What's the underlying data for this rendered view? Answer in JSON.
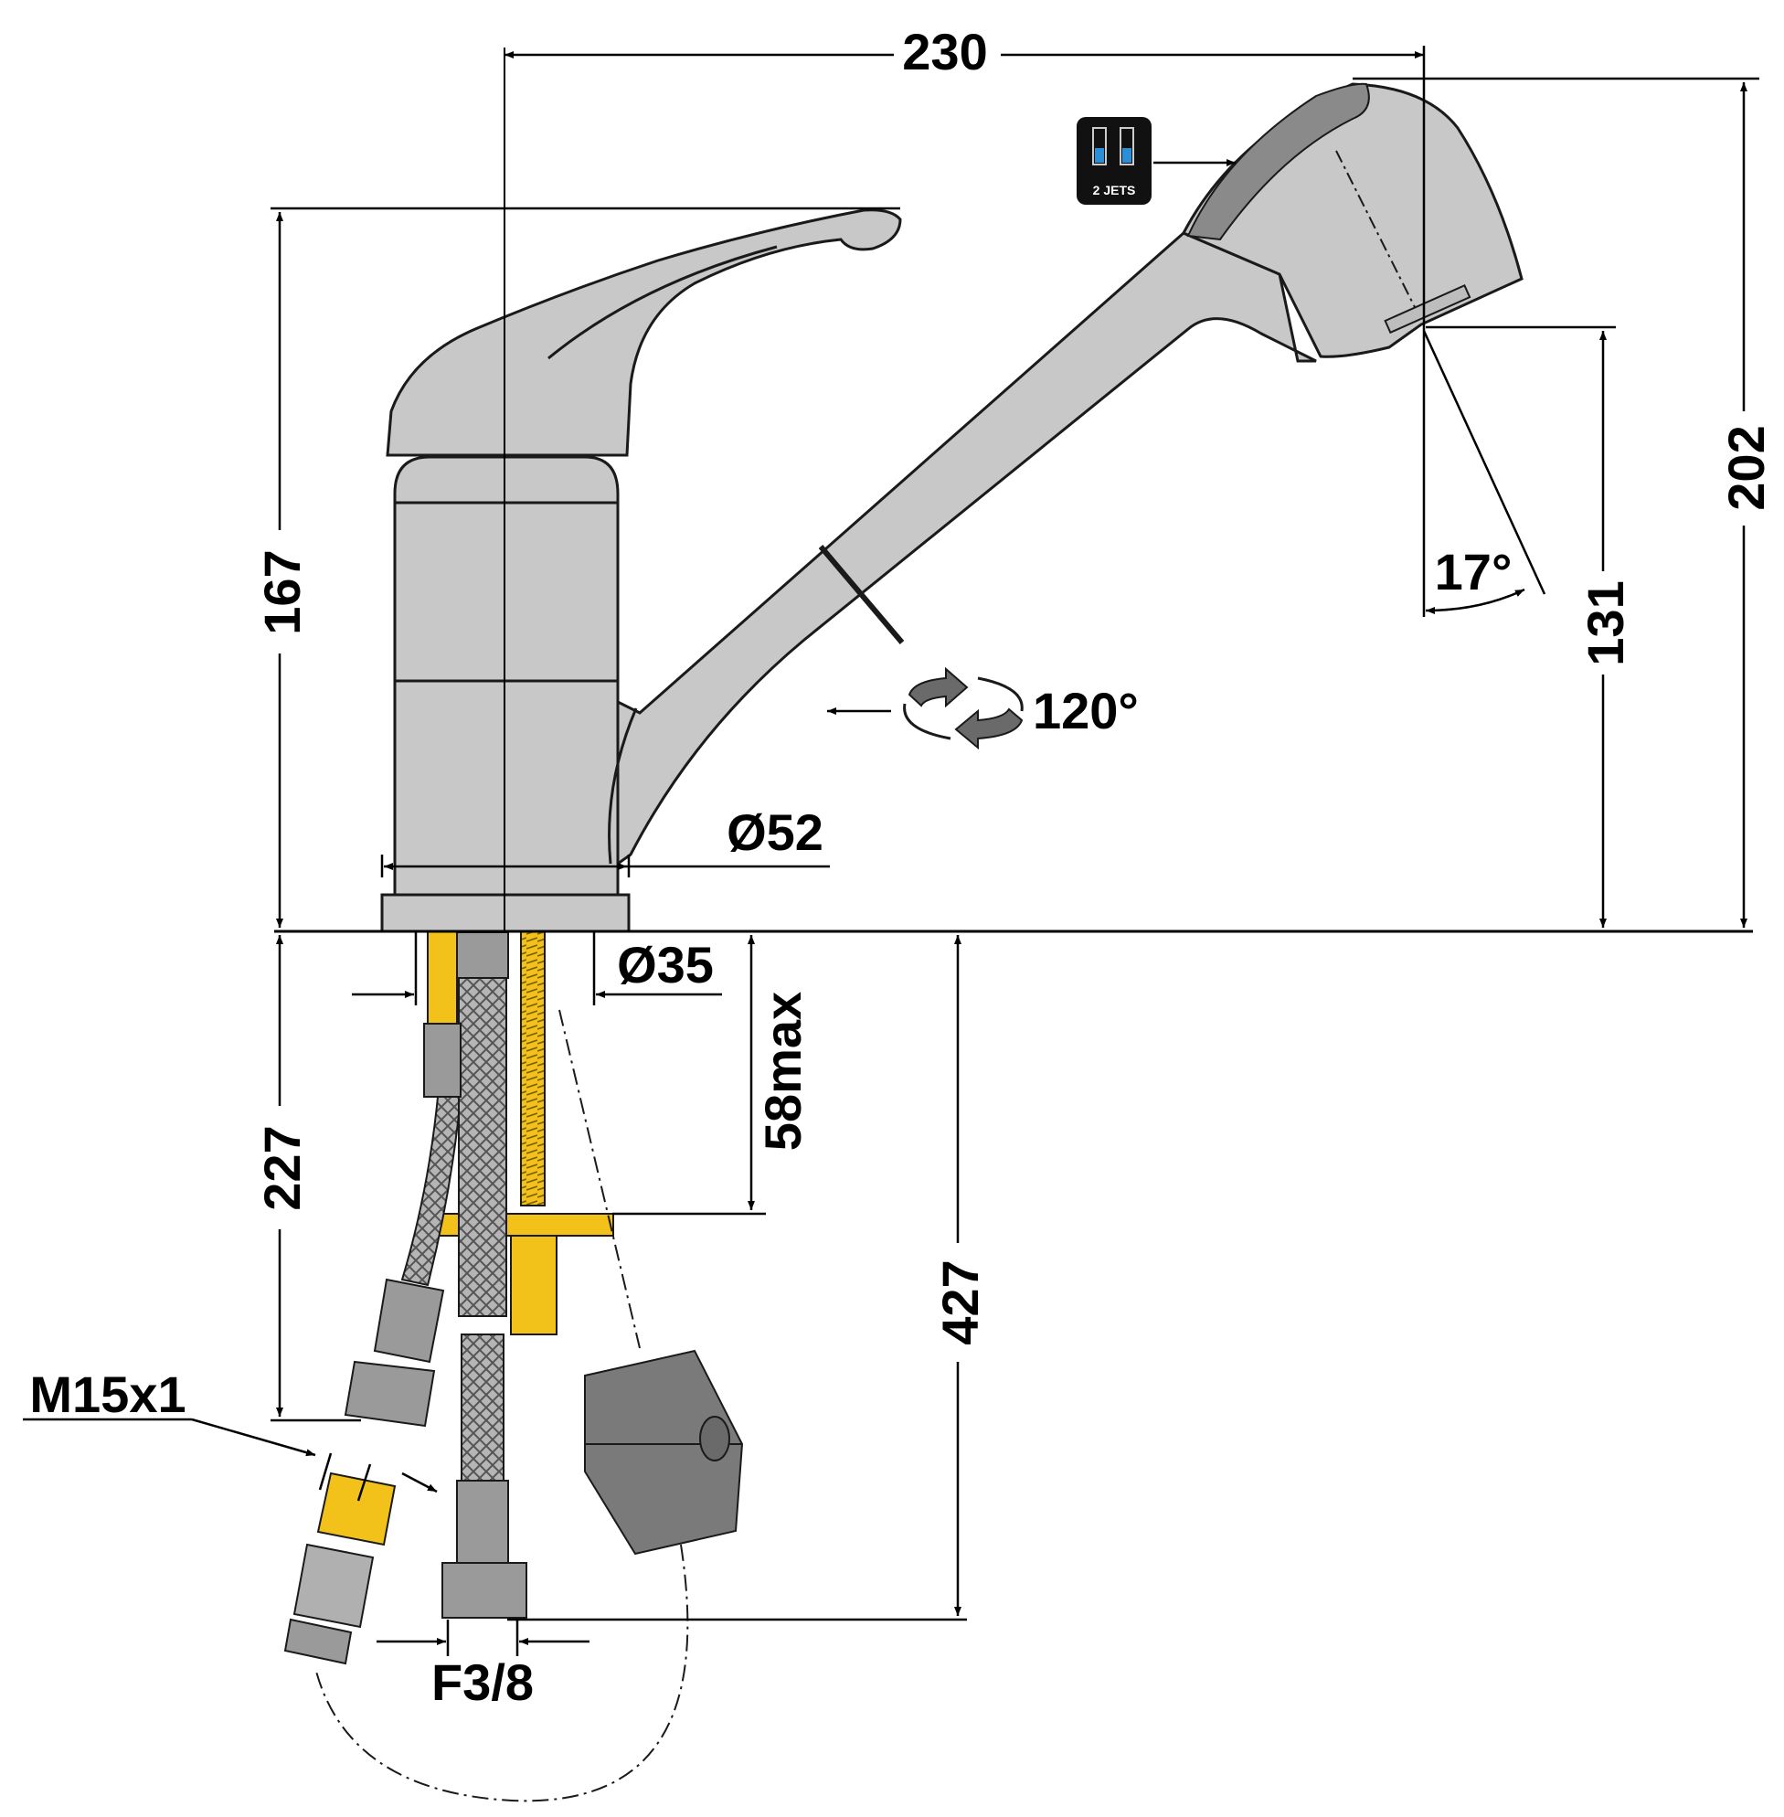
{
  "dimensions": {
    "width_total": "230",
    "height_spout": "202",
    "height_body": "167",
    "height_outlet": "131",
    "tilt_angle": "17°",
    "swivel_angle": "120°",
    "body_diameter": "Ø52",
    "shank_diameter": "Ø35",
    "max_counter": "58max",
    "hose_length": "227",
    "pullout_length": "427",
    "thread": "M15x1",
    "connection": "F3/8"
  },
  "badge": {
    "label": "2 JETS",
    "icon": "two-jets-icon"
  },
  "colors": {
    "body": "#c8c8c8",
    "body_dark": "#8a8a8a",
    "brass": "#f2c21b",
    "hose": "#a9a9a9",
    "outline": "#1a1a1a"
  }
}
